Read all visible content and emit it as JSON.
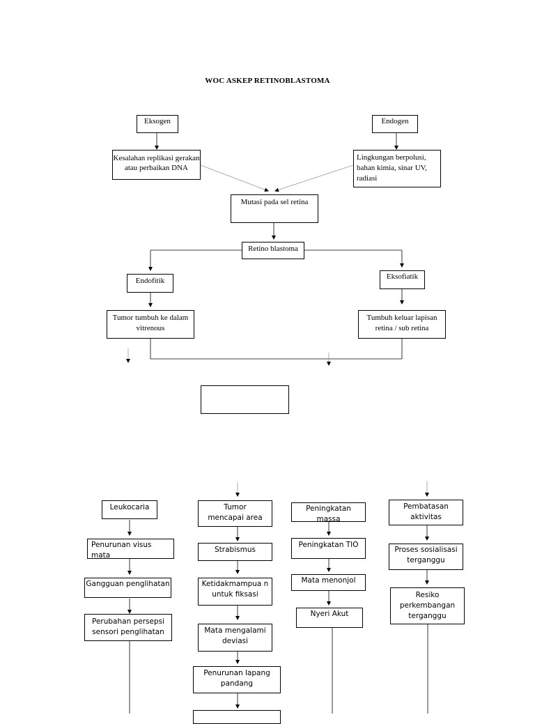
{
  "title": "WOC ASKEP RETINOBLASTOMA",
  "nodes": {
    "eksogen": "Eksogen",
    "endogen": "Endogen",
    "kesalahan": "Kesalahan replikasi gerakan atau perbaikan DNA",
    "lingkungan": "Lingkungan berpolusi, bahan kimia, sinar UV, radiasi",
    "mutasi": "Mutasi pada sel retina",
    "retino": "Retino blastoma",
    "endofitik": "Endofitik",
    "eksofiatik": "Eksofiatik",
    "tumor_tumbuh": "Tumor tumbuh ke dalam vitrenous",
    "tumbuh_keluar": "Tumbuh keluar lapisan retina / sub retina",
    "leukocaria": "Leukocaria",
    "penurunan_visus": "Penurunan visus mata",
    "gangguan": "Gangguan penglihatan",
    "perubahan": "Perubahan persepsi sensori penglihatan",
    "tumor_area": "Tumor mencapai area",
    "strabismus": "Strabismus",
    "ketidakmampuan": "Ketidakmampua n untuk fiksasi",
    "deviasi": "Mata mengalami deviasi",
    "lapang": "Penurunan lapang pandang",
    "peningkatan_massa": "Peningkatan massa",
    "tio": "Peningkatan TIO",
    "menonjol": "Mata menonjol",
    "nyeri": "Nyeri Akut",
    "pembatasan": "Pembatasan aktivitas",
    "sosialisasi": "Proses sosialisasi terganggu",
    "resiko": "Resiko perkembangan terganggu"
  }
}
